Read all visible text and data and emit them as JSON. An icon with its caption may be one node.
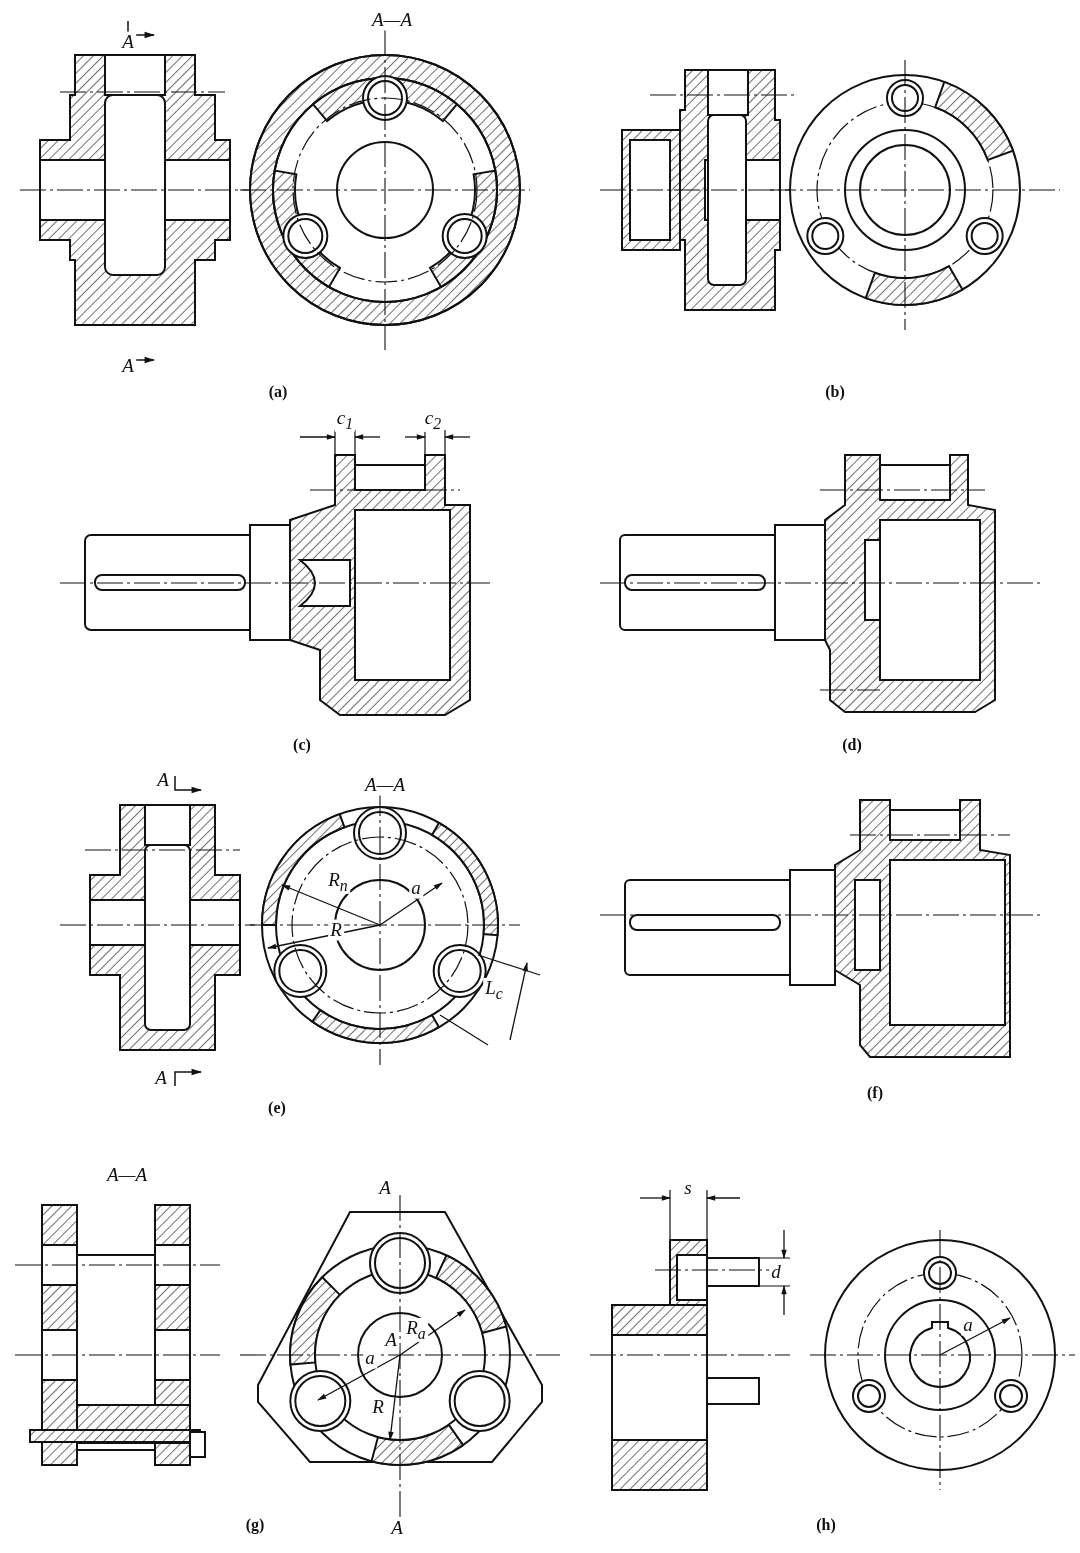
{
  "diagram": {
    "labels": [
      "A",
      "A—A",
      "A",
      "(a)",
      "(b)",
      "c$_{1}$",
      "c$_{2}$",
      "(c)",
      "(d)",
      "A",
      "A—A",
      "R$_{n}$",
      "a",
      "R",
      "L$_{c}$",
      "A",
      "(e)",
      "(f)",
      "A—A",
      "s",
      "A",
      "d",
      "a",
      "A",
      "R$_{a}$",
      "a",
      "R",
      "(g)",
      "A",
      "(h)"
    ]
  }
}
